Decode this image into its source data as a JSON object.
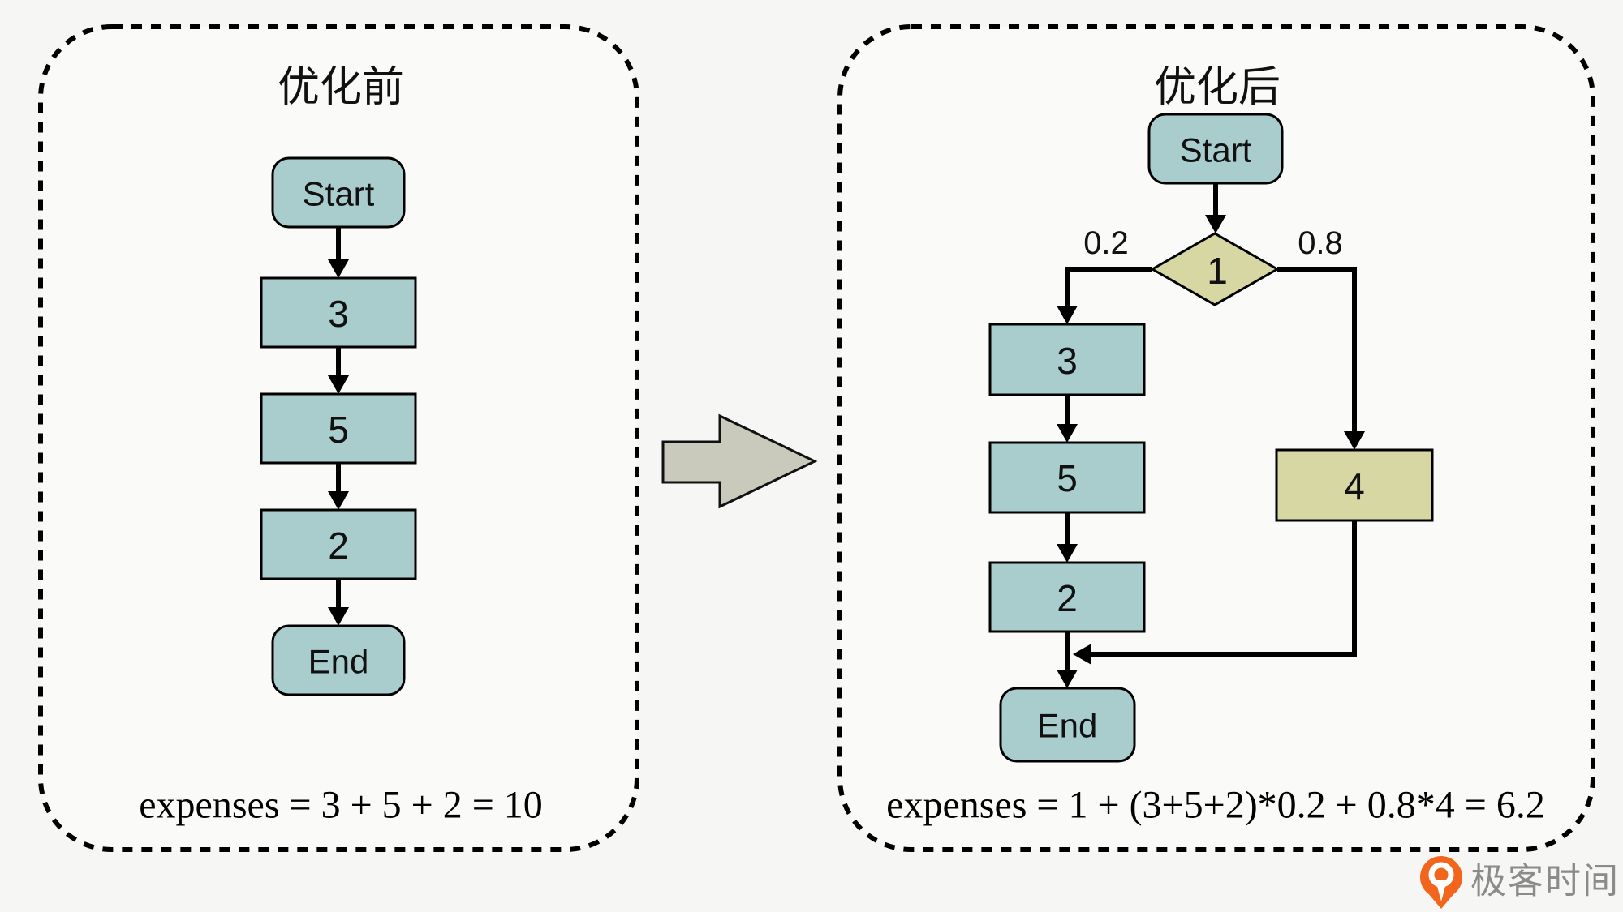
{
  "page": {
    "background": "#f6f6f4"
  },
  "colors": {
    "node_teal": "#a9cccd",
    "node_olive": "#d6d7a3",
    "arrow_gray": "#c9c9bc",
    "outline": "#000000",
    "logo_orange": "#f2651d",
    "brand_gray": "#8b8b8b"
  },
  "panel_before": {
    "title": "优化前",
    "nodes": {
      "start": "Start",
      "step1": "3",
      "step2": "5",
      "step3": "2",
      "end": "End"
    },
    "formula": "expenses = 3 + 5 + 2 = 10"
  },
  "panel_after": {
    "title": "优化后",
    "nodes": {
      "start": "Start",
      "decision": "1",
      "step1": "3",
      "step2": "5",
      "step3": "2",
      "alt": "4",
      "end": "End"
    },
    "branch_left_label": "0.2",
    "branch_right_label": "0.8",
    "formula": "expenses = 1 + (3+5+2)*0.2 + 0.8*4 = 6.2"
  },
  "footer": {
    "brand": "极客时间"
  }
}
